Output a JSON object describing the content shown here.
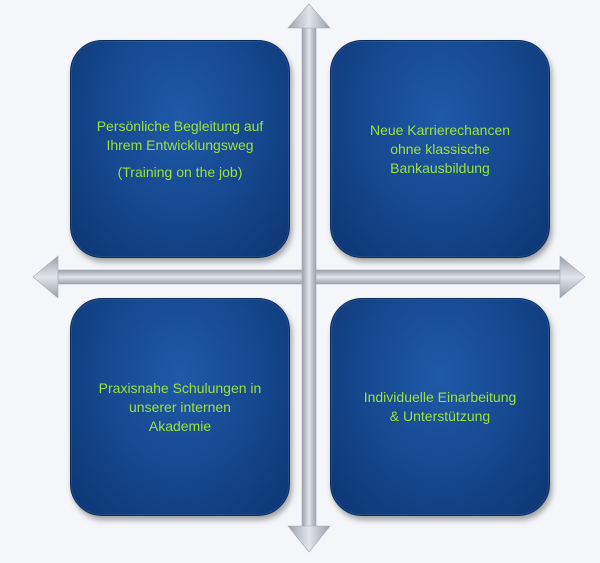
{
  "diagram": {
    "quadrants": {
      "top_left": {
        "lines": [
          "Persönliche Begleitung auf",
          "Ihrem Entwicklungsweg"
        ],
        "sub": "(Training on the job)"
      },
      "top_right": {
        "lines": [
          "Neue Karrierechancen",
          "ohne klassische",
          "Bankausbildung"
        ]
      },
      "bottom_left": {
        "lines": [
          "Praxisnahe Schulungen in",
          "unserer internen",
          "Akademie"
        ]
      },
      "bottom_right": {
        "lines": [
          "Individuelle Einarbeitung",
          "& Unterstützung"
        ]
      }
    },
    "colors": {
      "tile_fill": "#164a91",
      "text": "#9be23a",
      "axis": "#c3c7cf"
    }
  }
}
